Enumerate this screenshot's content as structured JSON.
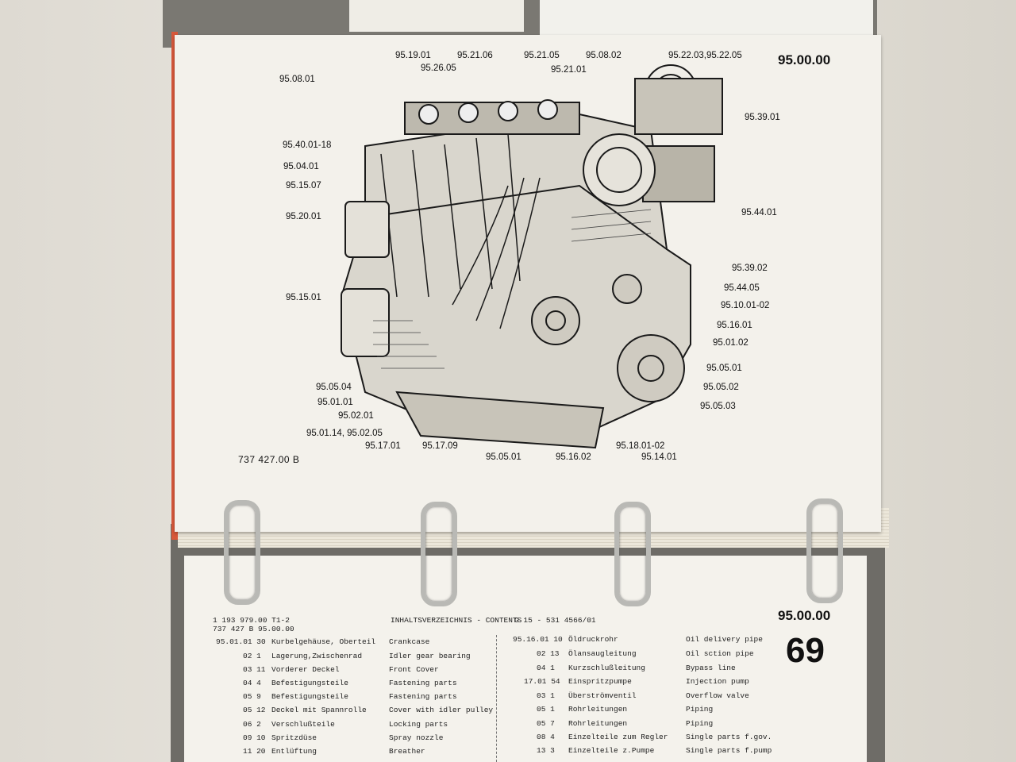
{
  "top_page": {
    "page_ref": "95.00.00",
    "drawing_number": "737 427.00 B",
    "callouts": [
      "95.19.01",
      "95.21.06",
      "95.21.05",
      "95.08.02",
      "95.22.03,95.22.05",
      "95.26.05",
      "95.21.01",
      "95.08.01",
      "95.39.01",
      "95.40.01-18",
      "95.04.01",
      "95.15.07",
      "95.20.01",
      "95.44.01",
      "95.39.02",
      "95.44.05",
      "95.15.01",
      "95.10.01-02",
      "95.16.01",
      "95.01.02",
      "95.05.01",
      "95.05.02",
      "95.05.03",
      "95.05.04",
      "95.01.01",
      "95.02.01",
      "95.01.14, 95.02.05",
      "95.17.01",
      "95.17.09",
      "95.05.01",
      "95.16.02",
      "95.18.01-02",
      "95.14.01"
    ]
  },
  "bottom_page": {
    "header_line1": "1 193 979.00 T1-2",
    "header_line2": "737 427    B 95.00.00",
    "toc_title": "INHALTSVERZEICHNIS - CONTENTS",
    "code": "G 15 - 531 4566/01",
    "page_ref": "95.00.00",
    "page_number": "69",
    "left_rows": [
      {
        "code": "95.01.01 30",
        "de": "Kurbelgehäuse, Oberteil",
        "en": "Crankcase"
      },
      {
        "code": "02  1",
        "de": "Lagerung,Zwischenrad",
        "en": "Idler gear bearing"
      },
      {
        "code": "03 11",
        "de": "Vorderer Deckel",
        "en": "Front Cover"
      },
      {
        "code": "04  4",
        "de": "Befestigungsteile",
        "en": "Fastening parts"
      },
      {
        "code": "05  9",
        "de": "Befestigungsteile",
        "en": "Fastening parts"
      },
      {
        "code": "05 12",
        "de": "Deckel mit Spannrolle",
        "en": "Cover with idler pulley"
      },
      {
        "code": "06  2",
        "de": "Verschlußteile",
        "en": "Locking parts"
      },
      {
        "code": "09 10",
        "de": "Spritzdüse",
        "en": "Spray nozzle"
      },
      {
        "code": "11 20",
        "de": "Entlüftung",
        "en": "Breather"
      }
    ],
    "right_rows": [
      {
        "code": "95.16.01 10",
        "de": "Öldruckrohr",
        "en": "Oil delivery pipe"
      },
      {
        "code": "02 13",
        "de": "Ölansaugleitung",
        "en": "Oil sction pipe"
      },
      {
        "code": "04  1",
        "de": "Kurzschlußleitung",
        "en": "Bypass line"
      },
      {
        "code": "17.01 54",
        "de": "Einspritzpumpe",
        "en": "Injection pump"
      },
      {
        "code": "03  1",
        "de": "Überströmventil",
        "en": "Overflow valve"
      },
      {
        "code": "05  1",
        "de": "Rohrleitungen",
        "en": "Piping"
      },
      {
        "code": "05  7",
        "de": "Rohrleitungen",
        "en": "Piping"
      },
      {
        "code": "08  4",
        "de": "Einzelteile zum Regler",
        "en": "Single parts f.gov."
      },
      {
        "code": "13  3",
        "de": "Einzelteile z.Pumpe",
        "en": "Single parts f.pump"
      }
    ]
  }
}
